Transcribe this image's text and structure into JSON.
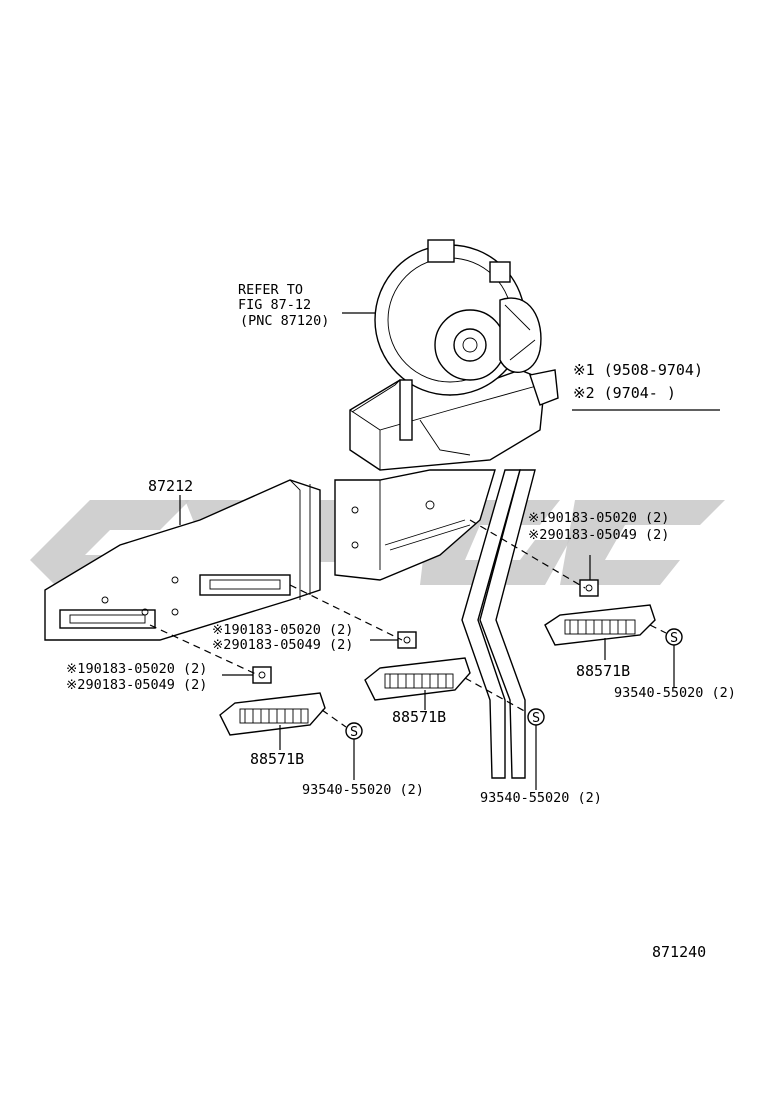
{
  "callouts": {
    "refer": [
      "REFER TO",
      "FIG 87-12",
      "(PNC 87120)"
    ],
    "duct_part": "87212",
    "legend_1": "※1 (9508-9704)",
    "legend_2": "※2 (9704-      )",
    "clip_right_1": "※190183-05020 (2)",
    "clip_right_2": "※290183-05049 (2)",
    "clip_mid_1": "※190183-05020 (2)",
    "clip_mid_2": "※290183-05049 (2)",
    "clip_left_1": "※190183-05020 (2)",
    "clip_left_2": "※290183-05049 (2)",
    "register_right": "88571B",
    "register_mid": "88571B",
    "register_left": "88571B",
    "screw_right": "93540-55020 (2)",
    "screw_mid": "93540-55020 (2)",
    "screw_left": "93540-55020 (2)",
    "screw_symbol": "S",
    "figure_number": "871240"
  }
}
